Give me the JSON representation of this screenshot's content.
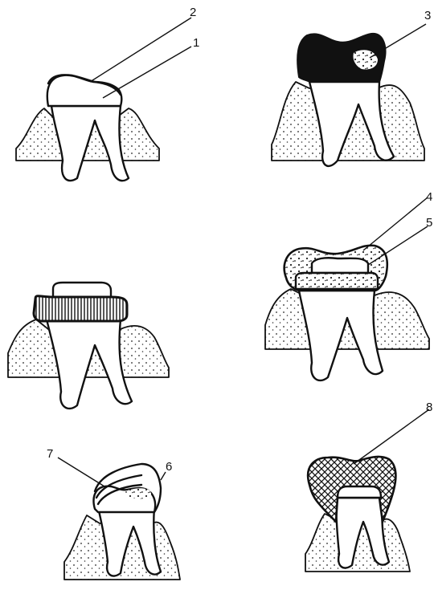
{
  "figure": {
    "panels": [
      {
        "id": "panel-1",
        "labels": [
          "2",
          "1"
        ]
      },
      {
        "id": "panel-2",
        "labels": [
          "3"
        ]
      },
      {
        "id": "panel-3",
        "labels": []
      },
      {
        "id": "panel-4",
        "labels": [
          "4",
          "5"
        ]
      },
      {
        "id": "panel-5",
        "labels": [
          "7",
          "6"
        ]
      },
      {
        "id": "panel-6",
        "labels": [
          "8"
        ]
      }
    ]
  }
}
